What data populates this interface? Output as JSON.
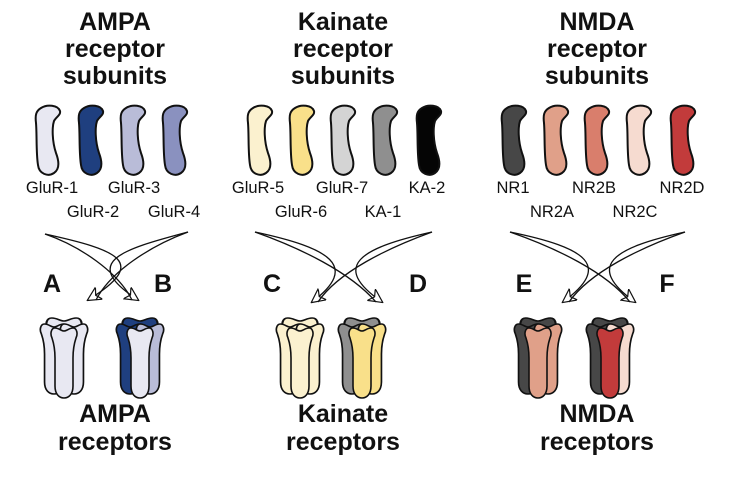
{
  "groups": [
    {
      "title": [
        "AMPA",
        "receptor",
        "subunits"
      ],
      "subunits": [
        {
          "label": "GluR-1",
          "color": "#e8e8f2"
        },
        {
          "label": "GluR-2",
          "color": "#1f3f7f"
        },
        {
          "label": "GluR-3",
          "color": "#b9bcd8"
        },
        {
          "label": "GluR-4",
          "color": "#8a91bf"
        }
      ],
      "receptors": [
        {
          "letter": "A",
          "colors": {
            "back": "#e8e8f2",
            "left": "#e8e8f2",
            "right": "#e8e8f2",
            "front": "#e8e8f2"
          }
        },
        {
          "letter": "B",
          "colors": {
            "back": "#1f3f7f",
            "left": "#1f3f7f",
            "right": "#b9bcd8",
            "front": "#e8e8f2"
          }
        }
      ],
      "bottom": [
        "AMPA",
        "receptors"
      ]
    },
    {
      "title": [
        "Kainate",
        "receptor",
        "subunits"
      ],
      "subunits": [
        {
          "label": "GluR-5",
          "color": "#fbf1cf"
        },
        {
          "label": "GluR-6",
          "color": "#f9e08a"
        },
        {
          "label": "GluR-7",
          "color": "#d4d4d4"
        },
        {
          "label": "KA-1",
          "color": "#8f8f8f"
        },
        {
          "label": "KA-2",
          "color": "#050505"
        }
      ],
      "receptors": [
        {
          "letter": "C",
          "colors": {
            "back": "#fbf1cf",
            "left": "#fbf1cf",
            "right": "#fbf1cf",
            "front": "#fbf1cf"
          }
        },
        {
          "letter": "D",
          "colors": {
            "back": "#8f8f8f",
            "left": "#8f8f8f",
            "right": "#f9e08a",
            "front": "#f9e08a"
          }
        }
      ],
      "bottom": [
        "Kainate",
        "receptors"
      ]
    },
    {
      "title": [
        "NMDA",
        "receptor",
        "subunits"
      ],
      "subunits": [
        {
          "label": "NR1",
          "color": "#474747"
        },
        {
          "label": "NR2A",
          "color": "#e0a089"
        },
        {
          "label": "NR2B",
          "color": "#d97e6c"
        },
        {
          "label": "NR2C",
          "color": "#f6dbd0"
        },
        {
          "label": "NR2D",
          "color": "#c23b3b"
        }
      ],
      "receptors": [
        {
          "letter": "E",
          "colors": {
            "back": "#474747",
            "left": "#474747",
            "right": "#e0a089",
            "front": "#e0a089"
          }
        },
        {
          "letter": "F",
          "colors": {
            "back": "#474747",
            "left": "#474747",
            "right": "#f6dbd0",
            "front": "#c23b3b"
          }
        }
      ],
      "bottom": [
        "NMDA",
        "receptors"
      ]
    }
  ]
}
